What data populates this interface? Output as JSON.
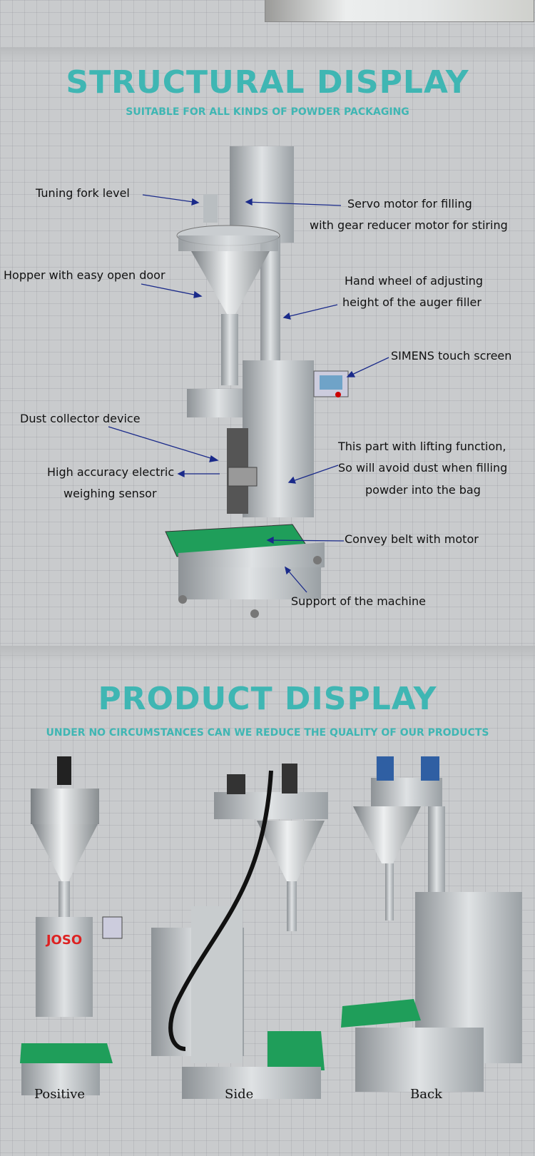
{
  "structural": {
    "title": "STRUCTURAL DISPLAY",
    "subtitle": "SUITABLE FOR ALL KINDS OF POWDER PACKAGING",
    "labels": {
      "tuning_fork": "Tuning fork level",
      "servo1": "Servo motor for filling",
      "servo2": "with gear reducer motor for stiring",
      "hopper": "Hopper with easy open door",
      "wheel1": "Hand wheel of adjusting",
      "wheel2": "height of the auger  filler",
      "touch": "SIMENS touch screen",
      "dust": "Dust collector device",
      "sensor1": "High accuracy electric",
      "sensor2": "weighing sensor",
      "lift1": "This part with lifting function,",
      "lift2": "So will avoid dust when filling",
      "lift3": "powder into the bag",
      "belt": "Convey belt with motor",
      "support": "Support of the machine"
    }
  },
  "product": {
    "title": "PRODUCT DISPLAY",
    "subtitle": "UNDER NO CIRCUMSTANCES CAN WE REDUCE THE QUALITY OF OUR PRODUCTS",
    "captions": {
      "positive": "Positive",
      "side": "Side",
      "back": "Back"
    },
    "brand": "JOSO"
  },
  "colors": {
    "accent": "#3fb6b3",
    "arrow": "#1a2a8a",
    "belt": "#1f9e5a"
  }
}
